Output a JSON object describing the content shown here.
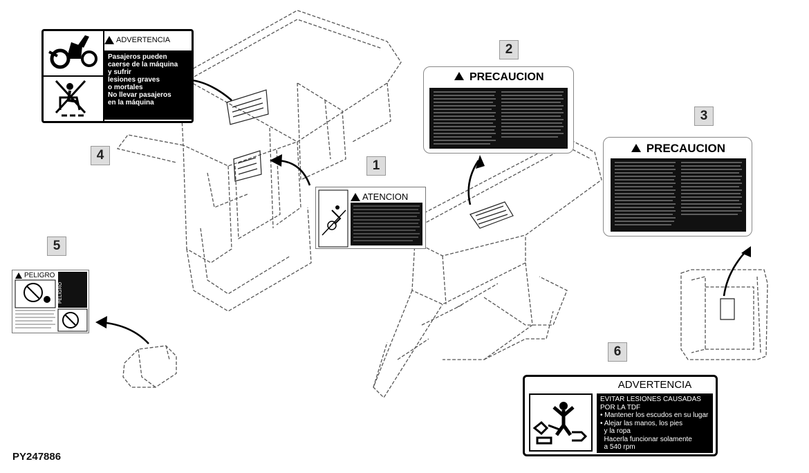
{
  "callouts": [
    "1",
    "2",
    "3",
    "4",
    "5",
    "6"
  ],
  "reference_code": "PY247886",
  "decal_1": {
    "signal": "ATENCION"
  },
  "decal_2": {
    "signal": "PRECAUCION"
  },
  "decal_3": {
    "signal": "PRECAUCION"
  },
  "decal_4": {
    "signal": "ADVERTENCIA",
    "lines": [
      "Pasajeros pueden",
      "caerse de la máquina",
      "y sufrir",
      "lesiones graves",
      "o mortales",
      "No llevar pasajeros",
      "en la máquina"
    ]
  },
  "decal_5": {
    "signal": "PELIGRO",
    "signal_vertical": "PELIGRO"
  },
  "decal_6": {
    "signal": "ADVERTENCIA",
    "lines": [
      "EVITAR LESIONES CAUSADAS",
      "POR LA TDF",
      "• Mantener los escudos en su lugar",
      "• Alejar las manos, los pies",
      "  y la ropa",
      "  Hacerla funcionar solamente",
      "  a 540 rpm"
    ]
  },
  "colors": {
    "ink": "#000000",
    "callout_bg": "#dddddd",
    "line": "#555555"
  }
}
